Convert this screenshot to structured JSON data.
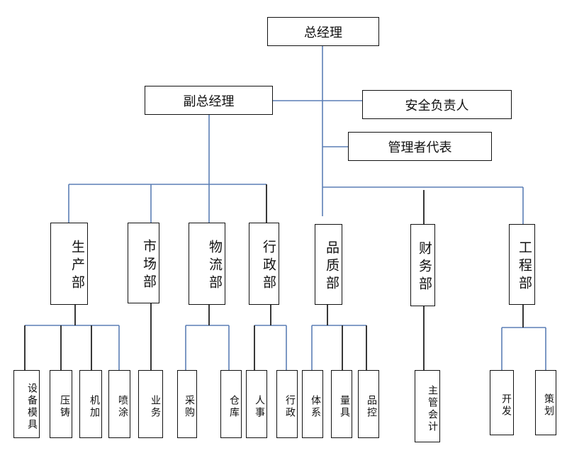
{
  "top": {
    "gm": "总经理",
    "deputy": "副总经理",
    "safety": "安全负责人",
    "mgmt_rep": "管理者代表"
  },
  "departments": {
    "production": "生产部",
    "market": "市场部",
    "logistics": "物流部",
    "admin": "行政部",
    "quality": "品质部",
    "finance": "财务部",
    "engineering": "工程部"
  },
  "units": {
    "equipment_mold": "设备模具",
    "die_casting": "压铸",
    "machining": "机加",
    "spraying": "喷涂",
    "business": "业务",
    "procurement": "采购",
    "warehouse": "仓库",
    "hr": "人事",
    "administration": "行政",
    "system": "体系",
    "measuring": "量具",
    "qc": "品控",
    "chief_accountant": "主管会计",
    "development": "开发",
    "planning": "策划"
  },
  "colors": {
    "connector": "#5b7fb5",
    "dark_connector": "#222222",
    "border": "#111111"
  }
}
